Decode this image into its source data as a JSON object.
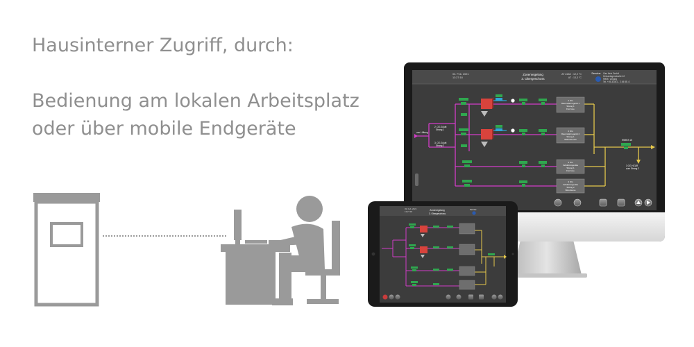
{
  "text": {
    "line1": "Hausinterner Zugriff, durch:",
    "line2": "Bedienung am lokalen Arbeitsplatz",
    "line3": "oder über mobile Endgeräte"
  },
  "colors": {
    "heading": "#8f8f8f",
    "icon_gray": "#9a9a9a",
    "scada_bg": "#3c3c3c",
    "pipe_magenta": "#d23cc8",
    "pipe_yellow": "#e6c84b",
    "pipe_cyan": "#2fa6d8",
    "box_green": "#2fa84f",
    "valve_red": "#d8433c"
  },
  "icons": {
    "cabinet": "control-cabinet-icon",
    "workstation": "person-at-desk-icon",
    "monitor": "desktop-monitor-icon",
    "tablet": "tablet-icon"
  },
  "monitor_screen": {
    "date": "03. Feb. 2021",
    "time": "13:27:18",
    "title": "Zonenregelung",
    "subtitle": "3. Obergeschoss",
    "at_mittel": "AT mittel : 12,2 °C",
    "at": "AT : 13,3 °C",
    "service_label": "Service:",
    "service_line1": "Gas Heiz GmbH",
    "service_line2": "Heizanlagenstraße 42",
    "service_line3": "99097 Leipzig",
    "service_line4": "Tel. +49-32041 - 2 45 85 -0",
    "inlet_label": "von Lüftung",
    "branch1_line1": "2. OG Zuluft",
    "branch1_line2": "Strang 1",
    "branch2_line1": "3. OG Zuluft",
    "branch2_line2": "Strang 2",
    "box1_line1": "2 OG",
    "box1_line2": "Raumwärmegerät 1",
    "box1_line3": "Strang 1",
    "box1_line4": "Flurzone",
    "box2_line1": "2 OG",
    "box2_line2": "Raumwärmegerät 2",
    "box2_line3": "Strang 1",
    "box2_line4": "Wartebereich",
    "box3_line1": "3 OG",
    "box3_line2": "Induktionsgeräte",
    "box3_line3": "Strang 1",
    "box3_line4": "Flurzone",
    "box4_line1": "3 OG",
    "box4_line2": "Induktionsgeräte",
    "box4_line3": "Strang 2",
    "box4_line4": "Büroräume",
    "outlet1": "HWB B 15",
    "outlet2_line1": "3 OG HZUR",
    "outlet2_line2": "zum Strang 2"
  },
  "tablet_screen": {
    "date": "03. Feb. 2021",
    "time": "13:27:18",
    "title": "Zonenregelung",
    "subtitle": "3. Obergeschoss",
    "service_label": "Service:"
  }
}
